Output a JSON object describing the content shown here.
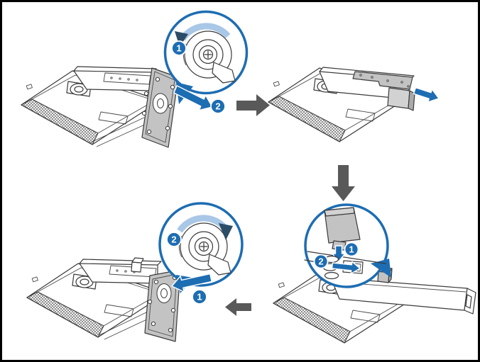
{
  "badges": {
    "tl_rotate": "1",
    "tl_pull": "2",
    "br_insert": "1",
    "br_slide": "2",
    "bl_rotate": "2",
    "bl_push": "1"
  },
  "colors": {
    "accent_blue": "#1d6db2",
    "light_blue": "#a9c7e6",
    "rot_head_dark": "#2b4d68",
    "flow_gray": "#595959",
    "part_gray": "#c3c3c3",
    "part_gray_dark": "#aaaaaa",
    "part_gray_light": "#d2d2d2",
    "background": "#ffffff",
    "border": "#000000"
  }
}
